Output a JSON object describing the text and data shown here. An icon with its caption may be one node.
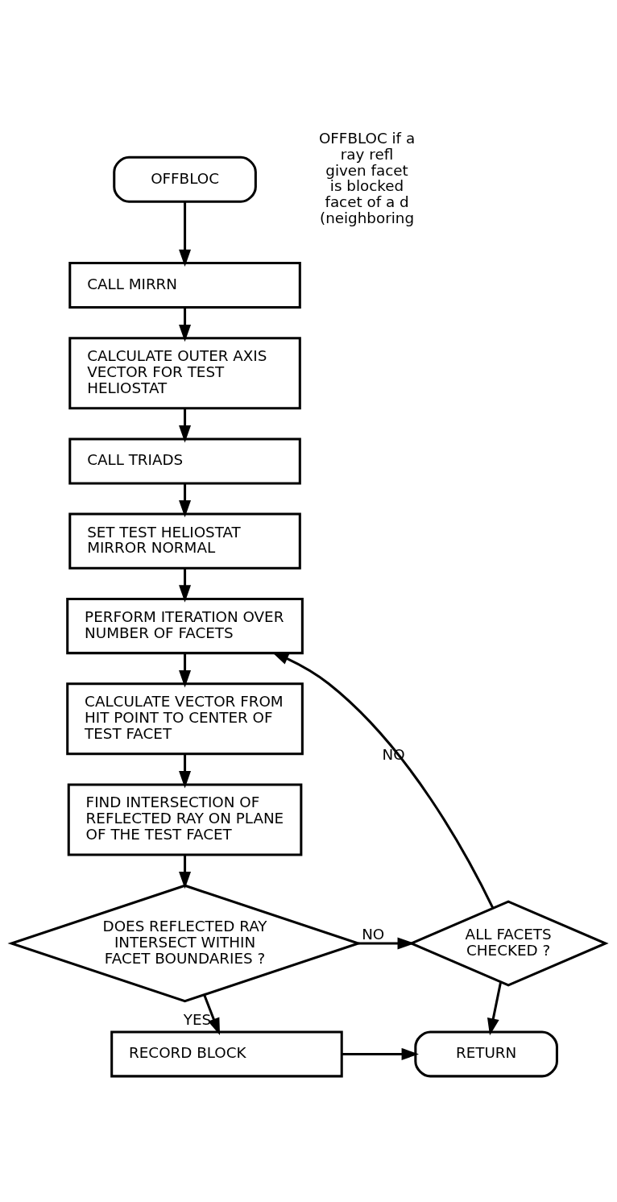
{
  "diagram": {
    "nodes": [
      {
        "text": [
          "OFFBLOC"
        ]
      },
      {
        "text": [
          "CALL MIRRN"
        ]
      },
      {
        "text": [
          "CALCULATE OUTER AXIS VECTOR FOR TEST HELIOSTAT"
        ]
      },
      {
        "text": [
          "CALL TRIADS"
        ]
      },
      {
        "text": [
          "SET TEST HELIOSTAT MIRROR NORMAL"
        ]
      },
      {
        "text": [
          "PERFORM ITERATION OVER NUMBER OF FACETS"
        ]
      },
      {
        "text": [
          "CALCULATE VECTOR FROM HIT POINT TO CENTER OF TEST FACET"
        ]
      },
      {
        "text": [
          "FIND INTERSECTION OF REFLECTED RAY ON PLANE OF THE TEST FACET"
        ]
      },
      {
        "text": [
          "DOES REFLECTED RAY INTERSECT WITHIN FACET BOUNDARIES ?"
        ]
      },
      {
        "text": [
          "ALL FACETS CHECKED ?"
        ]
      },
      {
        "text": [
          "RECORD BLOCK"
        ]
      },
      {
        "text": [
          "RETURN"
        ]
      }
    ],
    "edges": [
      {
        "from": 0,
        "to": 1,
        "arrow": "to"
      },
      {
        "from": 1,
        "to": 2,
        "arrow": "to"
      },
      {
        "from": 2,
        "to": 3,
        "arrow": "to"
      },
      {
        "from": 3,
        "to": 4,
        "arrow": "to"
      },
      {
        "from": 4,
        "to": 5,
        "arrow": "to"
      },
      {
        "from": 5,
        "to": 6,
        "arrow": "to"
      },
      {
        "from": 6,
        "to": 7,
        "arrow": "to"
      },
      {
        "from": 7,
        "to": 8,
        "arrow": "to"
      },
      {
        "from": 8,
        "to": 9,
        "arrow": "to",
        "label": "NO"
      },
      {
        "from": 8,
        "to": 10,
        "arrow": "to",
        "label": "YES"
      },
      {
        "from": 9,
        "to": 5,
        "arrow": "to",
        "label": "NO"
      },
      {
        "from": 9,
        "to": 11,
        "arrow": "to"
      },
      {
        "from": 10,
        "to": 11,
        "arrow": "to"
      }
    ],
    "labels": [
      "OFFBLOC if a ray refl given facet is blocked facet of a d (neighboring"
    ]
  }
}
